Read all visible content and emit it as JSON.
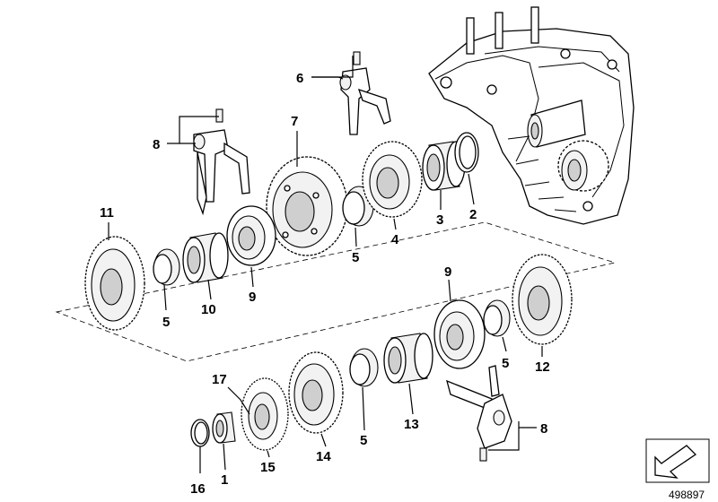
{
  "diagram": {
    "reference_number": "498897",
    "callouts": [
      {
        "id": "c6",
        "text": "6"
      },
      {
        "id": "c7",
        "text": "7"
      },
      {
        "id": "c8a",
        "text": "8"
      },
      {
        "id": "c11",
        "text": "11"
      },
      {
        "id": "c5a",
        "text": "5"
      },
      {
        "id": "c10",
        "text": "10"
      },
      {
        "id": "c9a",
        "text": "9"
      },
      {
        "id": "c5b",
        "text": "5"
      },
      {
        "id": "c4",
        "text": "4"
      },
      {
        "id": "c3",
        "text": "3"
      },
      {
        "id": "c2",
        "text": "2"
      },
      {
        "id": "c9b",
        "text": "9"
      },
      {
        "id": "c5c",
        "text": "5"
      },
      {
        "id": "c12",
        "text": "12"
      },
      {
        "id": "c17",
        "text": "17"
      },
      {
        "id": "c5d",
        "text": "5"
      },
      {
        "id": "c13",
        "text": "13"
      },
      {
        "id": "c14",
        "text": "14"
      },
      {
        "id": "c15",
        "text": "15"
      },
      {
        "id": "c1",
        "text": "1"
      },
      {
        "id": "c16",
        "text": "16"
      },
      {
        "id": "c8b",
        "text": "8"
      }
    ]
  }
}
